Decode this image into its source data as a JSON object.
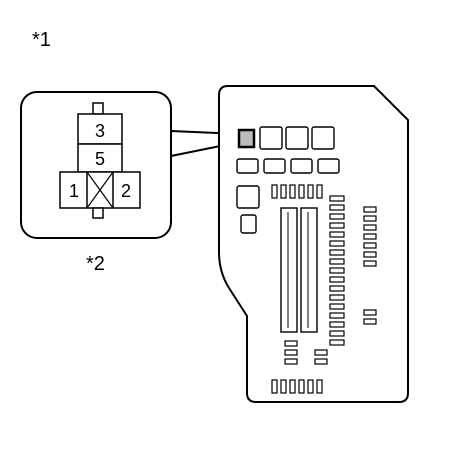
{
  "labels": {
    "fig_ref": "*1",
    "callout_ref": "*2"
  },
  "relay": {
    "terminals": [
      "3",
      "5",
      "1",
      "2"
    ]
  },
  "colors": {
    "line": "#000000",
    "highlight": "#bbbbbb",
    "background": "#ffffff"
  }
}
